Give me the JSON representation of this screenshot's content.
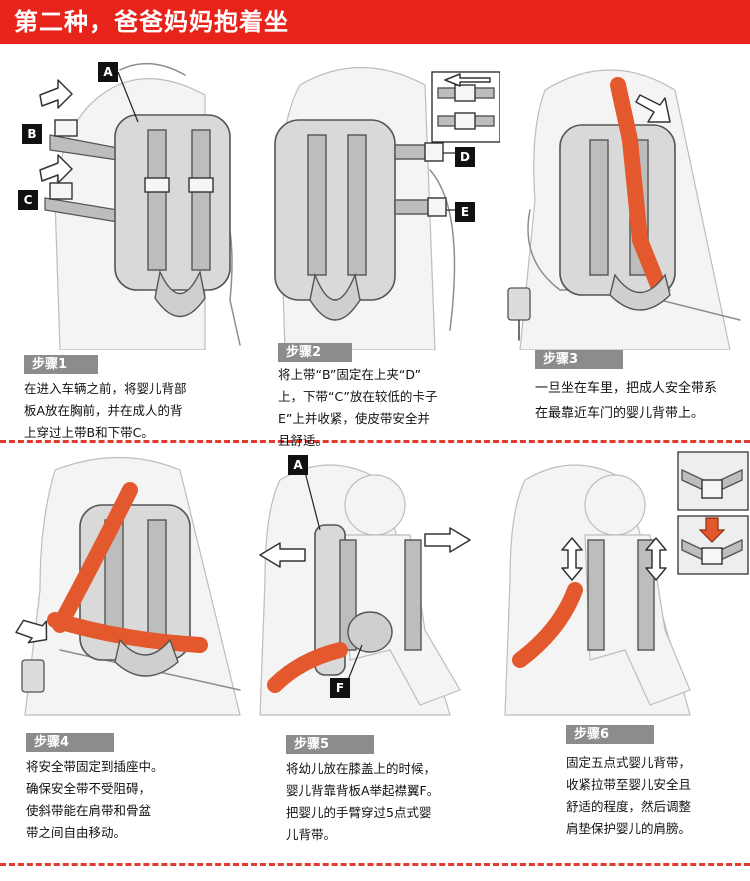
{
  "header": {
    "title": "第二种，爸爸妈妈抱着坐"
  },
  "markers": {
    "A": "A",
    "B": "B",
    "C": "C",
    "D": "D",
    "E": "E",
    "F": "F"
  },
  "steps": [
    {
      "label": "步骤1",
      "lines": [
        "在进入车辆之前，将婴儿背部",
        "板A放在胸前，并在成人的背",
        "上穿过上带B和下带C。"
      ]
    },
    {
      "label": "步骤2",
      "lines": [
        "将上带“B”固定在上夹“D”",
        "上，下带“C”放在较低的卡子",
        "E”上并收紧，使皮带安全并",
        "且舒适。"
      ]
    },
    {
      "label": "步骤3",
      "lines": [
        "一旦坐在车里，把成人安全带系",
        "在最靠近车门的婴儿背带上。"
      ]
    },
    {
      "label": "步骤4",
      "lines": [
        "将安全带固定到插座中。",
        "确保安全带不受阻碍，",
        "使斜带能在肩带和骨盆",
        "带之间自由移动。"
      ]
    },
    {
      "label": "步骤5",
      "lines": [
        "将幼儿放在膝盖上的时候，",
        "婴儿背靠背板A举起襟翼F。",
        "把婴儿的手臂穿过5点式婴",
        "儿背带。"
      ]
    },
    {
      "label": "步骤6",
      "lines": [
        "固定五点式婴儿背带，",
        "收紧拉带至婴儿安全且",
        "舒适的程度，然后调整",
        "肩垫保护婴儿的肩膀。"
      ]
    }
  ],
  "colors": {
    "header_red": "#e8231a",
    "belt_orange": "#e3582c",
    "divider_red": "#e23a2e",
    "tag_gray": "#8c8c8c"
  }
}
